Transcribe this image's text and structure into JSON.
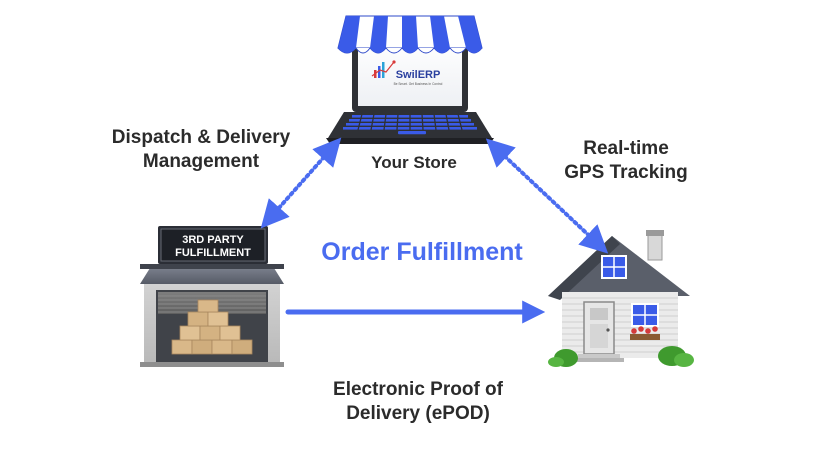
{
  "colors": {
    "accent": "#4a6cf0",
    "arrow": "#4a6cf0",
    "text": "#2b2b2b",
    "awning_blue": "#3a5be8",
    "awning_white": "#ffffff"
  },
  "icons": {
    "store": "laptop-store-icon",
    "warehouse": "warehouse-icon",
    "house": "house-icon"
  },
  "center_label": "Order Fulfillment",
  "store": {
    "label": "Your Store",
    "screen_logo": "SwilERP",
    "logo_tagline": "Be Smart. Get Business In Control"
  },
  "warehouse": {
    "sign_line1": "3RD PARTY",
    "sign_line2": "FULFILLMENT"
  },
  "links": {
    "dispatch": {
      "line1": "Dispatch & Delivery",
      "line2": "Management"
    },
    "gps": {
      "line1": "Real-time",
      "line2": "GPS Tracking"
    },
    "epod": {
      "line1": "Electronic Proof of",
      "line2": "Delivery (ePOD)"
    }
  }
}
